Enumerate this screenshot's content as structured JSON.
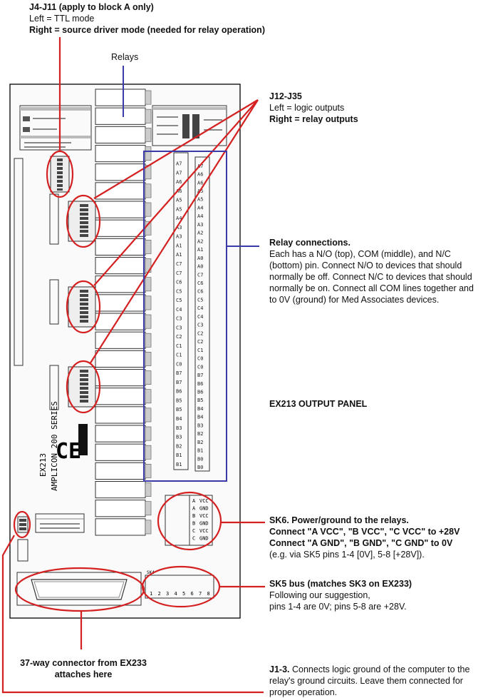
{
  "callouts": {
    "j4_j11": {
      "title": "J4-J11 (apply to block A only)",
      "line1": "Left = TTL mode",
      "line2": "Right = source driver mode (needed for relay operation)"
    },
    "relays": {
      "title": "Relays"
    },
    "j12_j35": {
      "title": "J12-J35",
      "line1": "Left = logic outputs",
      "line2": "Right = relay outputs"
    },
    "relay_connections": {
      "title": "Relay connections.",
      "body": "Each has a N/O (top), COM (middle), and N/C (bottom) pin. Connect N/O to devices that should normally be off. Connect N/C to devices that should normally be on. Connect all COM lines together and to 0V (ground) for Med Associates devices."
    },
    "panel_name": {
      "title": "EX213 OUTPUT PANEL"
    },
    "sk6": {
      "title": "SK6. Power/ground to the relays.",
      "line1": "Connect \"A VCC\", \"B VCC\", \"C VCC\" to +28V",
      "line2": "Connect \"A GND\", \"B GND\", \"C GND\" to 0V",
      "line3": "(e.g. via SK5 pins 1-4 [0V], 5-8 [+28V])."
    },
    "sk5": {
      "title": "SK5 bus (matches SK3 on EX233)",
      "line1": "Following our suggestion,",
      "line2": "pins 1-4 are 0V; pins 5-8 are +28V."
    },
    "connector37": {
      "line1": "37-way connector from EX233",
      "line2": "attaches here"
    },
    "j1_3": {
      "title": "J1-3.",
      "body": "Connects logic ground of the computer to the relay's ground circuits. Leave them connected for proper operation."
    }
  },
  "board": {
    "name_line1": "EX213",
    "name_line2": "AMPLICON 200 SERIES",
    "ce_mark": "CE",
    "sk4": "SK4",
    "sk5_pins": [
      "1",
      "2",
      "3",
      "4",
      "5",
      "6",
      "7",
      "8"
    ],
    "sk6_labels": [
      {
        "bank": "A",
        "sig": "VCC"
      },
      {
        "bank": "A",
        "sig": "GND"
      },
      {
        "bank": "B",
        "sig": "VCC"
      },
      {
        "bank": "B",
        "sig": "GND"
      },
      {
        "bank": "C",
        "sig": "VCC"
      },
      {
        "bank": "C",
        "sig": "GND"
      }
    ],
    "left_labels": [
      "A7",
      "A7",
      "A6",
      "A6",
      "A5",
      "A5",
      "A4",
      "A3",
      "A3",
      "A1",
      "A1",
      "C7",
      "C7",
      "C6",
      "C5",
      "C5",
      "C4",
      "C3",
      "C3",
      "C2",
      "C1",
      "C1",
      "C0",
      "B7",
      "B7",
      "B6",
      "B5",
      "B5",
      "B4",
      "B3",
      "B3",
      "B2",
      "B1",
      "B1"
    ],
    "right_labels": [
      "A7",
      "A6",
      "A6",
      "A5",
      "A5",
      "A4",
      "A4",
      "A3",
      "A2",
      "A2",
      "A1",
      "A0",
      "A0",
      "C7",
      "C6",
      "C6",
      "C5",
      "C4",
      "C4",
      "C3",
      "C2",
      "C2",
      "C1",
      "C0",
      "C0",
      "B7",
      "B6",
      "B6",
      "B5",
      "B4",
      "B4",
      "B3",
      "B2",
      "B2",
      "B1",
      "B0",
      "B0"
    ],
    "colors": {
      "callout_red": "#d42020",
      "callout_blue": "#3a3aa8"
    }
  }
}
